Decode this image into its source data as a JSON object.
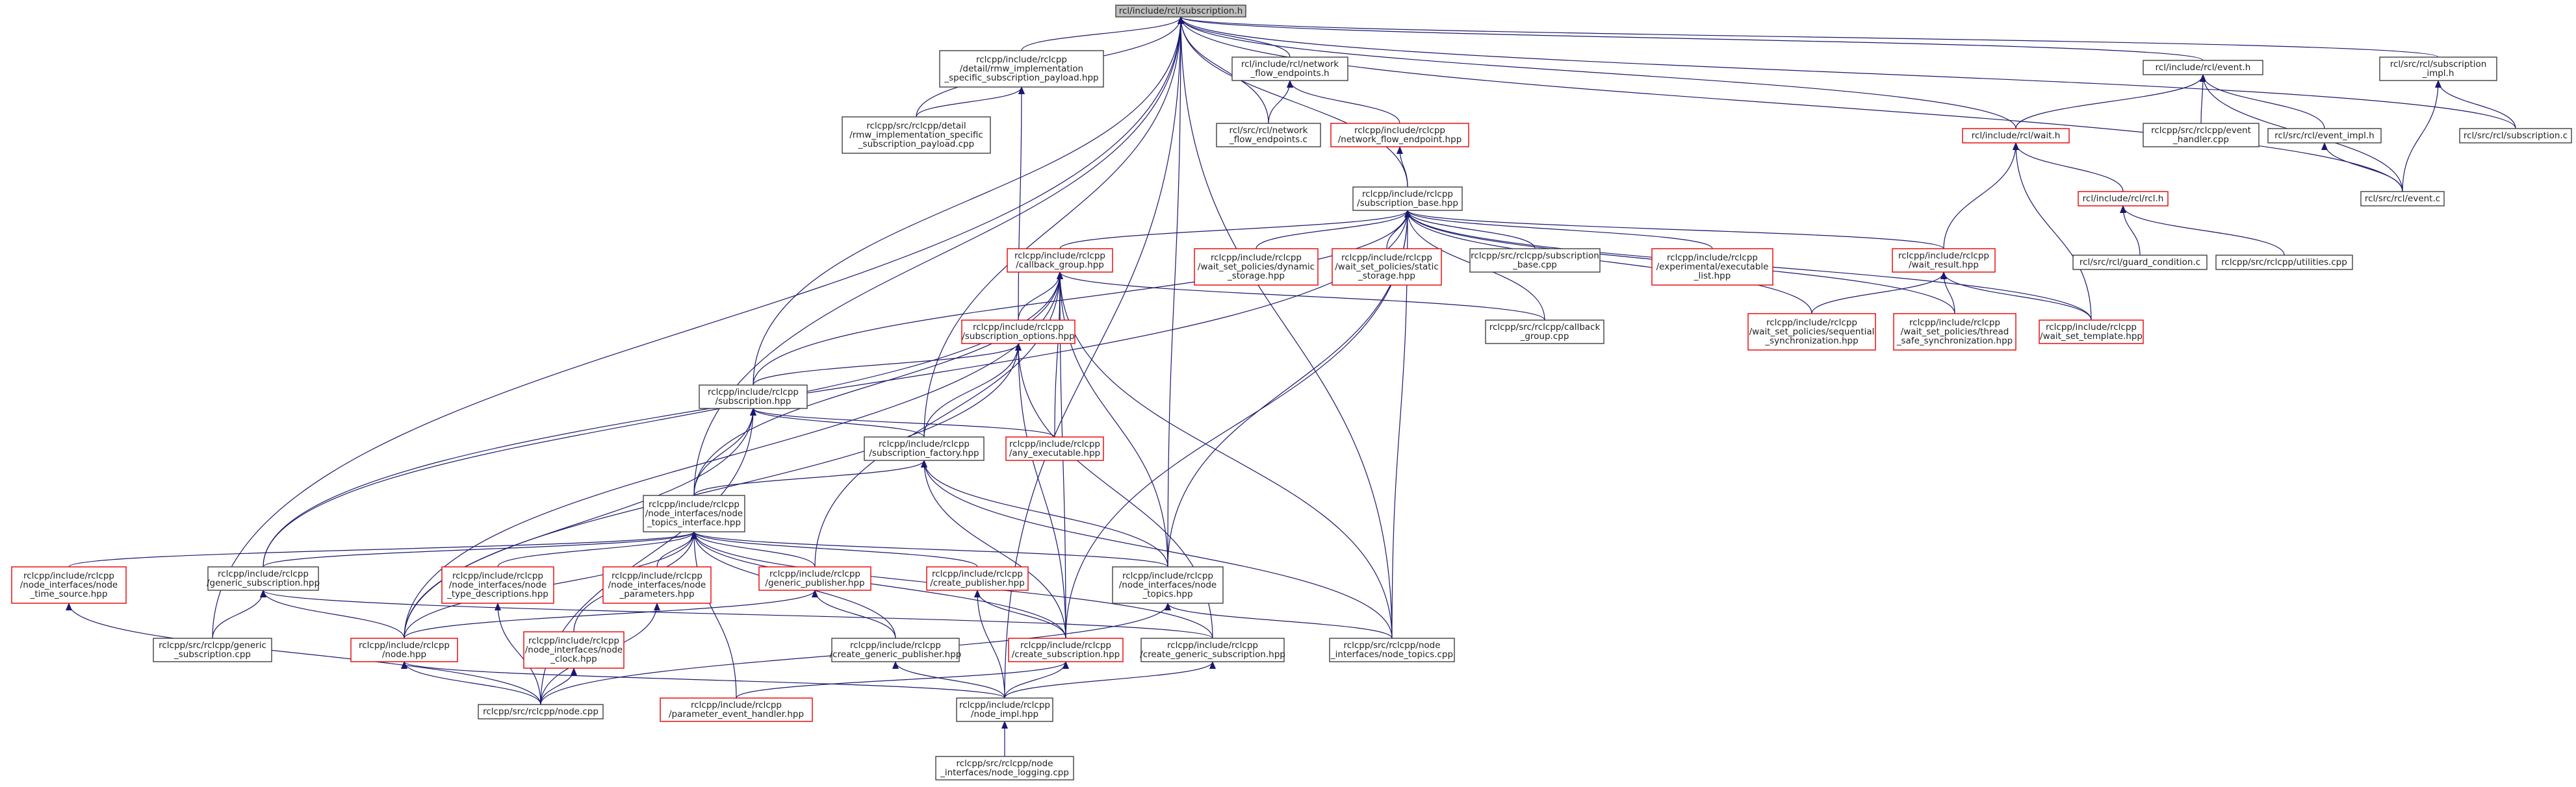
{
  "diagram": {
    "type": "include-dependency-graph",
    "edge_color": "#191970",
    "box_border_color": "#3f3f3f",
    "incomplete_box_border_color": "#e60000",
    "root_fill_color": "#bfbfbf",
    "nodes": [
      {
        "id": "root",
        "lines": [
          "rcl/include/rcl/subscription.h"
        ],
        "style": "root"
      },
      {
        "id": "rmw_hpp",
        "lines": [
          "rclcpp/include/rclcpp",
          "/detail/rmw_implementation",
          "_specific_subscription_payload.hpp"
        ],
        "style": "normal"
      },
      {
        "id": "netflow_h",
        "lines": [
          "rcl/include/rcl/network",
          "_flow_endpoints.h"
        ],
        "style": "normal"
      },
      {
        "id": "event_h",
        "lines": [
          "rcl/include/rcl/event.h"
        ],
        "style": "normal"
      },
      {
        "id": "subimpl_h",
        "lines": [
          "rcl/src/rcl/subscription",
          "_impl.h"
        ],
        "style": "normal"
      },
      {
        "id": "rmw_cpp",
        "lines": [
          "rclcpp/src/rclcpp/detail",
          "/rmw_implementation_specific",
          "_subscription_payload.cpp"
        ],
        "style": "normal"
      },
      {
        "id": "netflow_c",
        "lines": [
          "rcl/src/rcl/network",
          "_flow_endpoints.c"
        ],
        "style": "normal"
      },
      {
        "id": "netflow_hpp",
        "lines": [
          "rclcpp/include/rclcpp",
          "/network_flow_endpoint.hpp"
        ],
        "style": "red"
      },
      {
        "id": "wait_h",
        "lines": [
          "rcl/include/rcl/wait.h"
        ],
        "style": "red"
      },
      {
        "id": "event_handler_cpp",
        "lines": [
          "rclcpp/src/rclcpp/event",
          "_handler.cpp"
        ],
        "style": "normal"
      },
      {
        "id": "event_impl_h",
        "lines": [
          "rcl/src/rcl/event_impl.h"
        ],
        "style": "normal"
      },
      {
        "id": "subscription_c",
        "lines": [
          "rcl/src/rcl/subscription.c"
        ],
        "style": "normal"
      },
      {
        "id": "rcl_h",
        "lines": [
          "rcl/include/rcl/rcl.h"
        ],
        "style": "red"
      },
      {
        "id": "event_c",
        "lines": [
          "rcl/src/rcl/event.c"
        ],
        "style": "normal"
      },
      {
        "id": "subbase_hpp",
        "lines": [
          "rclcpp/include/rclcpp",
          "/subscription_base.hpp"
        ],
        "style": "normal"
      },
      {
        "id": "guard_c",
        "lines": [
          "rcl/src/rcl/guard_condition.c"
        ],
        "style": "normal"
      },
      {
        "id": "utilities_cpp",
        "lines": [
          "rclcpp/src/rclcpp/utilities.cpp"
        ],
        "style": "normal"
      },
      {
        "id": "callback_group_hpp",
        "lines": [
          "rclcpp/include/rclcpp",
          "/callback_group.hpp"
        ],
        "style": "red"
      },
      {
        "id": "ws_dynamic",
        "lines": [
          "rclcpp/include/rclcpp",
          "/wait_set_policies/dynamic",
          "_storage.hpp"
        ],
        "style": "red"
      },
      {
        "id": "ws_static",
        "lines": [
          "rclcpp/include/rclcpp",
          "/wait_set_policies/static",
          "_storage.hpp"
        ],
        "style": "red"
      },
      {
        "id": "subbase_cpp",
        "lines": [
          "rclcpp/src/rclcpp/subscription",
          "_base.cpp"
        ],
        "style": "normal"
      },
      {
        "id": "exec_list",
        "lines": [
          "rclcpp/include/rclcpp",
          "/experimental/executable",
          "_list.hpp"
        ],
        "style": "red"
      },
      {
        "id": "wait_result",
        "lines": [
          "rclcpp/include/rclcpp",
          "/wait_result.hpp"
        ],
        "style": "red"
      },
      {
        "id": "ws_seq",
        "lines": [
          "rclcpp/include/rclcpp",
          "/wait_set_policies/sequential",
          "_synchronization.hpp"
        ],
        "style": "red"
      },
      {
        "id": "ws_thread",
        "lines": [
          "rclcpp/include/rclcpp",
          "/wait_set_policies/thread",
          "_safe_synchronization.hpp"
        ],
        "style": "red"
      },
      {
        "id": "ws_template",
        "lines": [
          "rclcpp/include/rclcpp",
          "/wait_set_template.hpp"
        ],
        "style": "red"
      },
      {
        "id": "sub_options",
        "lines": [
          "rclcpp/include/rclcpp",
          "/subscription_options.hpp"
        ],
        "style": "red"
      },
      {
        "id": "cbg_cpp",
        "lines": [
          "rclcpp/src/rclcpp/callback",
          "_group.cpp"
        ],
        "style": "normal"
      },
      {
        "id": "subscription_hpp",
        "lines": [
          "rclcpp/include/rclcpp",
          "/subscription.hpp"
        ],
        "style": "normal"
      },
      {
        "id": "any_exec",
        "lines": [
          "rclcpp/include/rclcpp",
          "/any_executable.hpp"
        ],
        "style": "red"
      },
      {
        "id": "sub_factory",
        "lines": [
          "rclcpp/include/rclcpp",
          "/subscription_factory.hpp"
        ],
        "style": "normal"
      },
      {
        "id": "nti",
        "lines": [
          "rclcpp/include/rclcpp",
          "/node_interfaces/node",
          "_topics_interface.hpp"
        ],
        "style": "normal"
      },
      {
        "id": "nts",
        "lines": [
          "rclcpp/include/rclcpp",
          "/node_interfaces/node",
          "_time_source.hpp"
        ],
        "style": "red"
      },
      {
        "id": "gen_sub_hpp",
        "lines": [
          "rclcpp/include/rclcpp",
          "/generic_subscription.hpp"
        ],
        "style": "normal"
      },
      {
        "id": "ntd",
        "lines": [
          "rclcpp/include/rclcpp",
          "/node_interfaces/node",
          "_type_descriptions.hpp"
        ],
        "style": "red"
      },
      {
        "id": "nparams",
        "lines": [
          "rclcpp/include/rclcpp",
          "/node_interfaces/node",
          "_parameters.hpp"
        ],
        "style": "red"
      },
      {
        "id": "gen_pub_hpp",
        "lines": [
          "rclcpp/include/rclcpp",
          "/generic_publisher.hpp"
        ],
        "style": "red"
      },
      {
        "id": "create_pub",
        "lines": [
          "rclcpp/include/rclcpp",
          "/create_publisher.hpp"
        ],
        "style": "red"
      },
      {
        "id": "ntopics_hpp",
        "lines": [
          "rclcpp/include/rclcpp",
          "/node_interfaces/node",
          "_topics.hpp"
        ],
        "style": "normal"
      },
      {
        "id": "gen_sub_cpp",
        "lines": [
          "rclcpp/src/rclcpp/generic",
          "_subscription.cpp"
        ],
        "style": "normal"
      },
      {
        "id": "node_hpp",
        "lines": [
          "rclcpp/include/rclcpp",
          "/node.hpp"
        ],
        "style": "red"
      },
      {
        "id": "nclock",
        "lines": [
          "rclcpp/include/rclcpp",
          "/node_interfaces/node",
          "_clock.hpp"
        ],
        "style": "red"
      },
      {
        "id": "create_gen_pub",
        "lines": [
          "rclcpp/include/rclcpp",
          "/create_generic_publisher.hpp"
        ],
        "style": "normal"
      },
      {
        "id": "create_sub",
        "lines": [
          "rclcpp/include/rclcpp",
          "/create_subscription.hpp"
        ],
        "style": "red"
      },
      {
        "id": "create_gen_sub",
        "lines": [
          "rclcpp/include/rclcpp",
          "/create_generic_subscription.hpp"
        ],
        "style": "normal"
      },
      {
        "id": "ntopics_cpp",
        "lines": [
          "rclcpp/src/rclcpp/node",
          "_interfaces/node_topics.cpp"
        ],
        "style": "normal"
      },
      {
        "id": "node_cpp",
        "lines": [
          "rclcpp/src/rclcpp/node.cpp"
        ],
        "style": "normal"
      },
      {
        "id": "param_event",
        "lines": [
          "rclcpp/include/rclcpp",
          "/parameter_event_handler.hpp"
        ],
        "style": "red"
      },
      {
        "id": "node_impl",
        "lines": [
          "rclcpp/include/rclcpp",
          "/node_impl.hpp"
        ],
        "style": "normal"
      },
      {
        "id": "node_logging",
        "lines": [
          "rclcpp/src/rclcpp/node",
          "_interfaces/node_logging.cpp"
        ],
        "style": "normal"
      }
    ],
    "edges": [
      [
        "rmw_hpp",
        "root"
      ],
      [
        "netflow_h",
        "root"
      ],
      [
        "event_h",
        "root"
      ],
      [
        "subimpl_h",
        "root"
      ],
      [
        "rmw_cpp",
        "root"
      ],
      [
        "netflow_c",
        "root"
      ],
      [
        "wait_h",
        "root"
      ],
      [
        "subscription_c",
        "root"
      ],
      [
        "event_c",
        "root"
      ],
      [
        "subbase_hpp",
        "root"
      ],
      [
        "subscription_hpp",
        "root"
      ],
      [
        "sub_factory",
        "root"
      ],
      [
        "nti",
        "root"
      ],
      [
        "ntopics_hpp",
        "root"
      ],
      [
        "gen_sub_cpp",
        "root"
      ],
      [
        "node_impl",
        "root"
      ],
      [
        "ntopics_cpp",
        "root"
      ],
      [
        "rmw_cpp",
        "rmw_hpp"
      ],
      [
        "sub_options",
        "rmw_hpp"
      ],
      [
        "netflow_c",
        "netflow_h"
      ],
      [
        "netflow_hpp",
        "netflow_h"
      ],
      [
        "wait_h",
        "event_h"
      ],
      [
        "event_handler_cpp",
        "event_h"
      ],
      [
        "event_impl_h",
        "event_h"
      ],
      [
        "event_c",
        "event_h"
      ],
      [
        "event_c",
        "subimpl_h"
      ],
      [
        "subscription_c",
        "subimpl_h"
      ],
      [
        "subbase_hpp",
        "netflow_hpp"
      ],
      [
        "rcl_h",
        "wait_h"
      ],
      [
        "wait_result",
        "wait_h"
      ],
      [
        "ws_template",
        "wait_h"
      ],
      [
        "guard_c",
        "rcl_h"
      ],
      [
        "utilities_cpp",
        "rcl_h"
      ],
      [
        "event_c",
        "event_impl_h"
      ],
      [
        "callback_group_hpp",
        "subbase_hpp"
      ],
      [
        "ws_dynamic",
        "subbase_hpp"
      ],
      [
        "ws_static",
        "subbase_hpp"
      ],
      [
        "subbase_cpp",
        "subbase_hpp"
      ],
      [
        "exec_list",
        "subbase_hpp"
      ],
      [
        "wait_result",
        "subbase_hpp"
      ],
      [
        "ws_seq",
        "subbase_hpp"
      ],
      [
        "ws_thread",
        "subbase_hpp"
      ],
      [
        "ws_template",
        "subbase_hpp"
      ],
      [
        "cbg_cpp",
        "subbase_hpp"
      ],
      [
        "subscription_hpp",
        "subbase_hpp"
      ],
      [
        "gen_sub_hpp",
        "subbase_hpp"
      ],
      [
        "ntopics_hpp",
        "subbase_hpp"
      ],
      [
        "create_sub",
        "subbase_hpp"
      ],
      [
        "ntopics_cpp",
        "subbase_hpp"
      ],
      [
        "ws_seq",
        "wait_result"
      ],
      [
        "ws_thread",
        "wait_result"
      ],
      [
        "ws_template",
        "wait_result"
      ],
      [
        "sub_options",
        "callback_group_hpp"
      ],
      [
        "cbg_cpp",
        "callback_group_hpp"
      ],
      [
        "any_exec",
        "callback_group_hpp"
      ],
      [
        "nti",
        "callback_group_hpp"
      ],
      [
        "gen_sub_hpp",
        "callback_group_hpp"
      ],
      [
        "node_hpp",
        "callback_group_hpp"
      ],
      [
        "ntopics_hpp",
        "callback_group_hpp"
      ],
      [
        "gen_pub_hpp",
        "callback_group_hpp"
      ],
      [
        "create_sub",
        "callback_group_hpp"
      ],
      [
        "ntopics_cpp",
        "callback_group_hpp"
      ],
      [
        "subscription_hpp",
        "sub_options"
      ],
      [
        "sub_factory",
        "sub_options"
      ],
      [
        "node_hpp",
        "sub_options"
      ],
      [
        "create_sub",
        "sub_options"
      ],
      [
        "create_gen_sub",
        "sub_options"
      ],
      [
        "sub_factory",
        "subscription_hpp"
      ],
      [
        "any_exec",
        "subscription_hpp"
      ],
      [
        "nti",
        "subscription_hpp"
      ],
      [
        "node_cpp",
        "subscription_hpp"
      ],
      [
        "node_hpp",
        "subscription_hpp"
      ],
      [
        "nti",
        "sub_factory"
      ],
      [
        "ntopics_hpp",
        "sub_factory"
      ],
      [
        "create_sub",
        "sub_factory"
      ],
      [
        "ntopics_cpp",
        "sub_factory"
      ],
      [
        "nts",
        "nti"
      ],
      [
        "gen_sub_hpp",
        "nti"
      ],
      [
        "ntd",
        "nti"
      ],
      [
        "nparams",
        "nti"
      ],
      [
        "gen_pub_hpp",
        "nti"
      ],
      [
        "create_pub",
        "nti"
      ],
      [
        "ntopics_hpp",
        "nti"
      ],
      [
        "node_hpp",
        "nti"
      ],
      [
        "nclock",
        "nti"
      ],
      [
        "create_gen_pub",
        "nti"
      ],
      [
        "create_sub",
        "nti"
      ],
      [
        "create_gen_sub",
        "nti"
      ],
      [
        "param_event",
        "nti"
      ],
      [
        "gen_sub_cpp",
        "gen_sub_hpp"
      ],
      [
        "node_hpp",
        "gen_sub_hpp"
      ],
      [
        "create_gen_sub",
        "gen_sub_hpp"
      ],
      [
        "node_cpp",
        "nts"
      ],
      [
        "node_cpp",
        "ntd"
      ],
      [
        "node_cpp",
        "nparams"
      ],
      [
        "node_hpp",
        "gen_pub_hpp"
      ],
      [
        "create_gen_pub",
        "gen_pub_hpp"
      ],
      [
        "create_sub",
        "create_pub"
      ],
      [
        "node_impl",
        "create_pub"
      ],
      [
        "ntopics_cpp",
        "ntopics_hpp"
      ],
      [
        "node_cpp",
        "ntopics_hpp"
      ],
      [
        "node_cpp",
        "node_hpp"
      ],
      [
        "node_impl",
        "node_hpp"
      ],
      [
        "node_cpp",
        "nclock"
      ],
      [
        "node_impl",
        "create_gen_pub"
      ],
      [
        "node_impl",
        "create_sub"
      ],
      [
        "param_event",
        "create_sub"
      ],
      [
        "node_impl",
        "create_gen_sub"
      ],
      [
        "node_logging",
        "node_impl"
      ]
    ]
  }
}
